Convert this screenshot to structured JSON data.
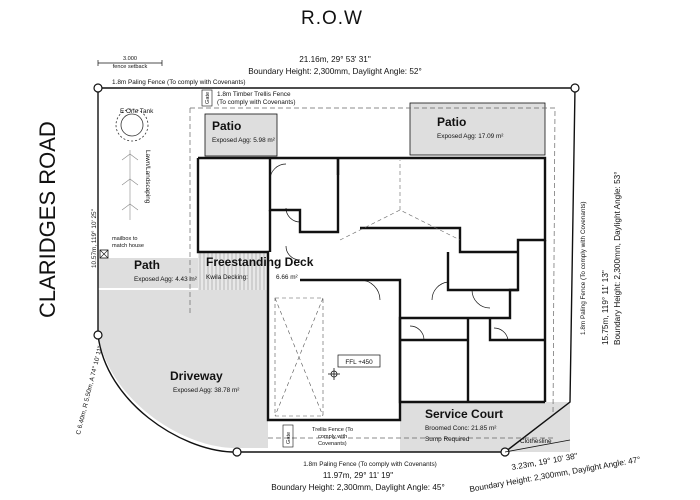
{
  "road": {
    "row": "R.O.W",
    "claridges": "CLARIDGES ROAD"
  },
  "boundaries": {
    "top": {
      "dim": "21.16m, 29° 53' 31\"",
      "height": "Boundary Height: 2,300mm, Daylight Angle: 52°",
      "fence": "1.8m Paling Fence (To comply with Covenants)"
    },
    "right": {
      "dim": "15.75m, 119° 11' 13\"",
      "height": "Boundary Height: 2,300mm, Daylight Angle: 53°",
      "fence": "1.8m Paling Fence (To comply with Covenants)"
    },
    "bottom": {
      "dim": "11.97m, 29° 11' 19\"",
      "height": "Boundary Height: 2,300mm, Daylight Angle: 45°",
      "fence": "1.8m Paling Fence (To comply with Covenants)"
    },
    "bottom_right": {
      "dim": "3.23m, 19° 10' 38\"",
      "height": "Boundary Height: 2,300mm, Daylight Angle: 47°"
    },
    "left": {
      "dim": "10.57m, 119° 10' 25\""
    },
    "curve": {
      "dim": "C 6.40m, R 5.50m, A 74° 10' 11\""
    }
  },
  "fence_setback": {
    "value": "3.000",
    "label": "fence setback"
  },
  "trellis_top": {
    "line1": "1.8m Timber Trellis Fence",
    "line2": "(To comply with Covenants)"
  },
  "trellis_bottom": {
    "line1": "Trellis Fence (To",
    "line2": "comply with",
    "line3": "Covenants)"
  },
  "gate_label": "Gate",
  "tank": {
    "label": "E One Tank"
  },
  "landscaping": {
    "label": "Lawn/Landscaping"
  },
  "mailbox": {
    "line1": "mailbox to",
    "line2": "match house"
  },
  "clothesline": "Clothesline",
  "sump": "Sump Required",
  "ffl": "FFL +450",
  "areas": {
    "patio_left": {
      "title": "Patio",
      "sub": "Exposed Agg: 5.98 m²"
    },
    "patio_right": {
      "title": "Patio",
      "sub": "Exposed Agg: 17.09 m²"
    },
    "path": {
      "title": "Path",
      "sub": "Exposed Agg: 4.43 m²"
    },
    "deck": {
      "title": "Freestanding Deck",
      "sub": "Kwila Decking:",
      "area": "6.66 m²"
    },
    "driveway": {
      "title": "Driveway",
      "sub": "Exposed Agg: 38.78 m²"
    },
    "service": {
      "title": "Service Court",
      "sub": "Broomed Conc: 21.85 m²"
    }
  },
  "colors": {
    "paving": "#dedede",
    "line": "#111111",
    "dash": "#555555"
  }
}
